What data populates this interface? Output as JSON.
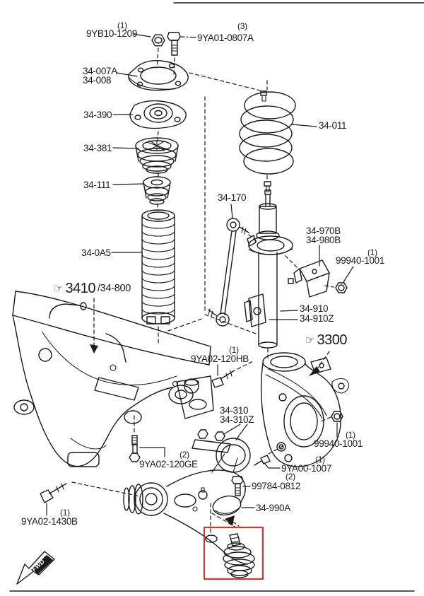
{
  "diagram": {
    "type": "exploded-parts-diagram",
    "subject": "front suspension / strut and lower arm",
    "line_color": "#1a1a1a",
    "highlight_color": "#c43b3b",
    "fwd_label": "FWD",
    "hand_icon": "☞"
  },
  "labels": {
    "nut_top_qty": "(1)",
    "nut_top": "9YB10-1209",
    "bolt_top_qty": "(3)",
    "bolt_top": "9YA01-0807A",
    "plate_a": "34-007A",
    "plate_b": "34-008",
    "mount": "34-390",
    "bearing": "34-381",
    "bumpstop": "34-111",
    "boot": "34-0A5",
    "spring": "34-011",
    "stablink": "34-170",
    "bracket_a": "34-970B",
    "bracket_b": "34-980B",
    "nut_upper_qty": "(1)",
    "nut_upper": "99940-1001",
    "strut_a": "34-910",
    "strut_b": "34-910Z",
    "subframe_ref": "3410",
    "subframe_ref2": "/34-800",
    "knuckle_ref": "3300",
    "bolt_hb_qty": "(1)",
    "bolt_hb": "9YA02-120HB",
    "arm_a": "34-310",
    "arm_b": "34-310Z",
    "bolt_ge_qty": "(2)",
    "bolt_ge": "9YA02-120GE",
    "nut_lower_qty": "(1)",
    "nut_lower": "99940-1001",
    "bolt_1007_qty": "(1)",
    "bolt_1007": "9YA00-1007",
    "bolt_0812_qty": "(2)",
    "bolt_0812": "99784-0812",
    "cover": "34-990A",
    "bolt_1430_qty": "(1)",
    "bolt_1430": "9YA02-1430B"
  }
}
